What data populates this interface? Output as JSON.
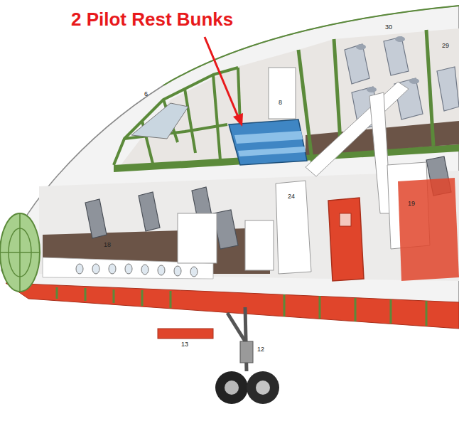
{
  "diagram": {
    "labels": [
      "2 Pilot Rest Bunks",
      "6",
      "8",
      "29",
      "30",
      "18",
      "19",
      "24",
      "13",
      "12"
    ]
  }
}
